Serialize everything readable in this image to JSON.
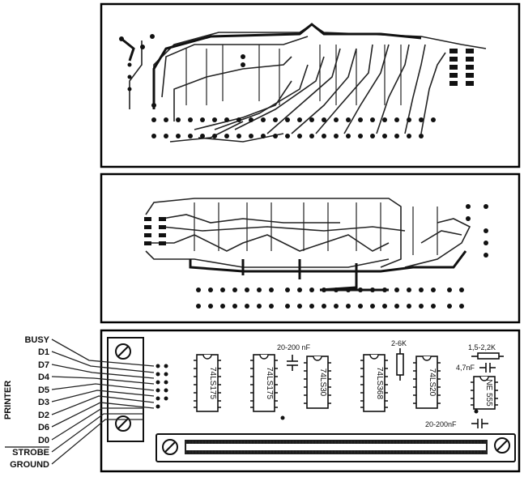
{
  "connector": {
    "side_label": "PRINTER",
    "pins": [
      "BUSY",
      "D1",
      "D7",
      "D4",
      "D5",
      "D3",
      "D2",
      "D6",
      "D0",
      "STROBE",
      "GROUND"
    ]
  },
  "components": {
    "chips": [
      "74LS175",
      "74LS175",
      "74LS30",
      "74LS368",
      "74LS20",
      "NE 555"
    ],
    "cap_top": "20-200 nF",
    "resistor_mid": "2-6K",
    "resistor_right": "1,5-2,2K",
    "cap_right": "4,7nF",
    "cap_bottom": "20-200nF"
  }
}
